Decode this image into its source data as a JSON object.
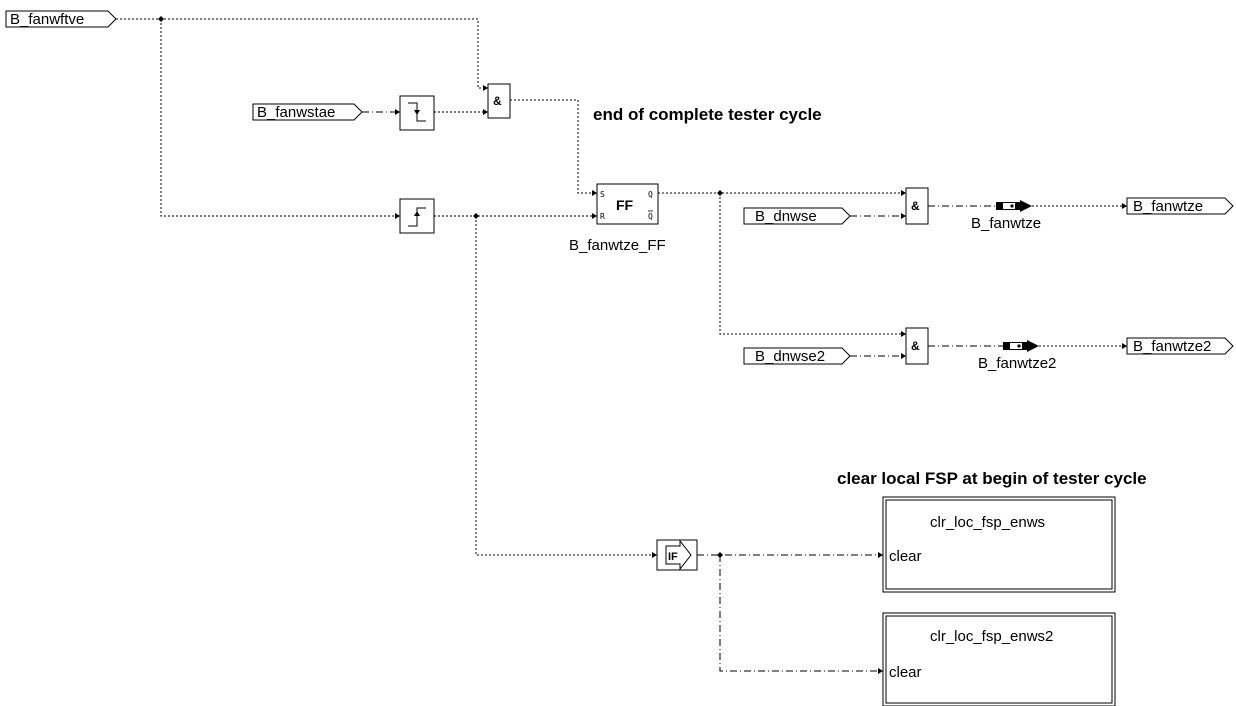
{
  "inputs": {
    "fanwftve": "B_fanwftve",
    "fanwstae": "B_fanwstae",
    "dnwse": "B_dnwse",
    "dnwse2": "B_dnwse2"
  },
  "outputs": {
    "fanwtze": "B_fanwtze",
    "fanwtze2": "B_fanwtze2"
  },
  "gates": {
    "and_symbol": "&",
    "ff_label": "FF",
    "ff_s": "S",
    "ff_r": "R",
    "ff_q": "Q",
    "ff_qbar": "Q",
    "ff_name": "B_fanwtze_FF",
    "if_label": "IF"
  },
  "signals": {
    "fanwtze": "B_fanwtze",
    "fanwtze2": "B_fanwtze2"
  },
  "annotations": {
    "end_cycle": "end of complete tester cycle",
    "clear_fsp": "clear local FSP at begin of tester cycle"
  },
  "subsystems": [
    {
      "name": "clr_loc_fsp_enws",
      "port": "clear"
    },
    {
      "name": "clr_loc_fsp_enws2",
      "port": "clear"
    }
  ]
}
